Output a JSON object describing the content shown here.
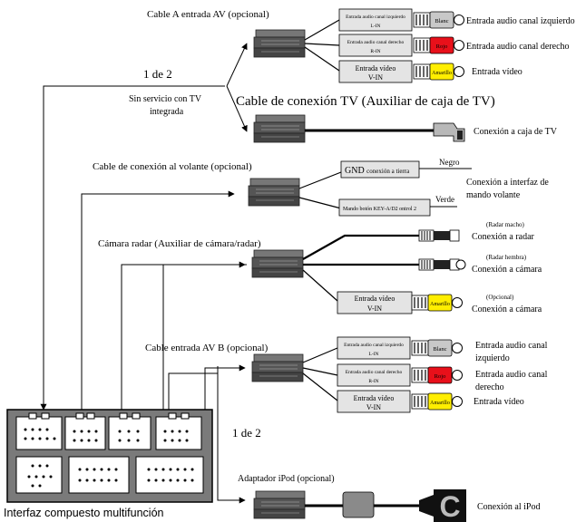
{
  "labels": {
    "cable_a_title": "Cable A entrada AV (opcional)",
    "one_of_two_top": "1 de 2",
    "no_service_line1": "Sin servicio con TV",
    "no_service_line2": "integrada",
    "tv_cable_title": "Cable de conexión TV (Auxiliar de caja de TV)",
    "tv_box_conn": "Conexión a caja de TV",
    "steering_title": "Cable de conexión al volante (opcional)",
    "gnd_word": "GND",
    "gnd_rest": "conexión a tierra",
    "negro": "Negro",
    "verde": "Verde",
    "mando_box": "Mando botón KEY-A/D2 ontrol 2",
    "steering_conn_line1": "Conexión a interfaz de",
    "steering_conn_line2": "mando volante",
    "camera_title": "Cámara radar (Auxiliar de cámara/radar)",
    "radar_macho": "(Radar macho)",
    "radar_conn": "Conexión a radar",
    "radar_hembra": "(Radar hembra)",
    "camera_conn": "Conexión a cámara",
    "opcional": "(Opcional)",
    "camera_conn2": "Conexión a cámara",
    "cable_b_title": "Cable entrada AV B (opcional)",
    "one_of_two_bottom": "1 de 2",
    "ipod_title": "Adaptador iPod (opcional)",
    "ipod_conn": "Conexión al iPod",
    "interface_label": "Interfaz compuesto multifunción",
    "left_in_l1": "Entrada audio canal izquierdo",
    "left_in_l2": "L-IN",
    "right_in_l1": "Entrada audio canal derecho",
    "right_in_l2": "R-IN",
    "video_in_l1": "Entrada vídeo",
    "video_in_l2": "V-IN",
    "blanc": "Blanc",
    "rojo": "Rojo",
    "amarillo": "Amarillo",
    "a_left_conn": "Entrada audio canal izquierdo",
    "a_right_conn": "Entrada audio canal derecho",
    "a_video_conn": "Entrada vídeo",
    "b_left_conn_l1": "Entrada audio canal",
    "b_left_conn_l2": "izquierdo",
    "b_right_conn_l1": "Entrada audio canal",
    "b_right_conn_l2": "derecho",
    "b_video_conn": "Entrada vídeo"
  },
  "colors": {
    "white_plug": "#c8c8c8",
    "red_plug": "#e8101a",
    "yellow_plug": "#ffee00",
    "box_fill": "#e4e4e4",
    "harness": "#555555",
    "interface_panel": "#7a7a7a"
  }
}
